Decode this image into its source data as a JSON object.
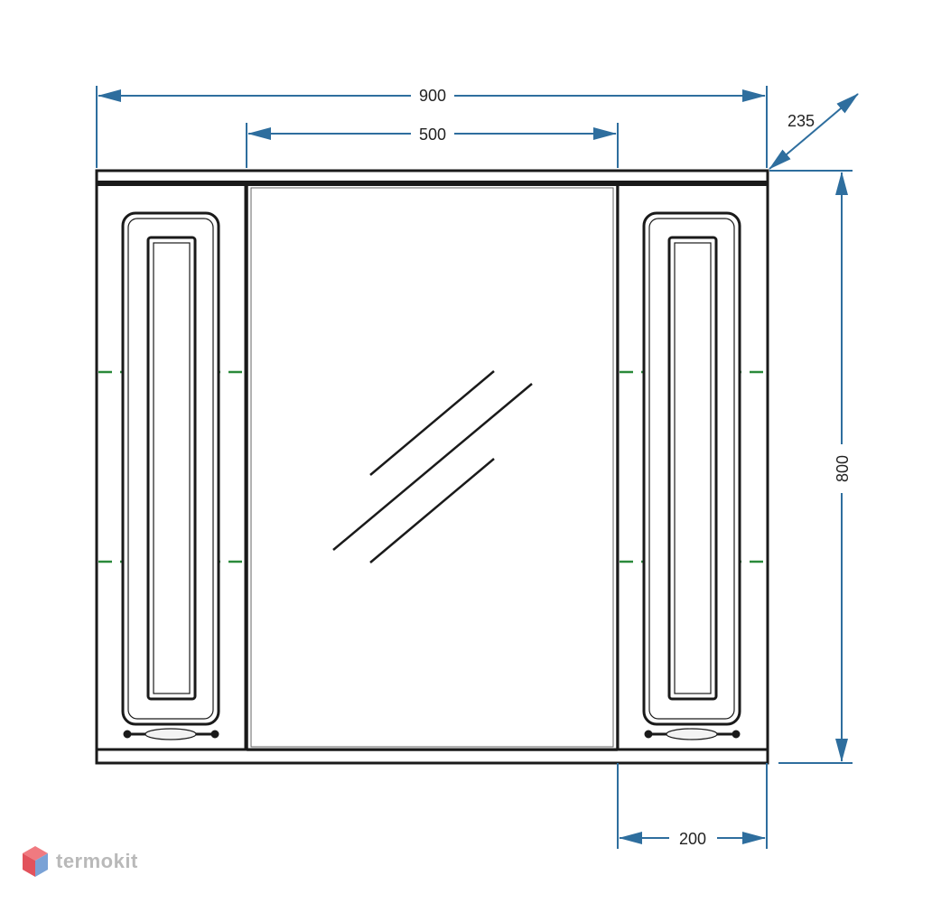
{
  "dimensions": {
    "overall_width": "900",
    "mirror_width": "500",
    "depth": "235",
    "height": "800",
    "side_cabinet_width": "200"
  },
  "colors": {
    "line": "#1a1a1a",
    "dimension": "#2e6e9e",
    "shelf": "#2a8a3a",
    "brand_red": "#e2525c",
    "brand_blue": "#7aa2d6",
    "brand_text": "#b9b9b9"
  },
  "brand": {
    "name": "termokit",
    "icon": "cube-logo-icon"
  }
}
